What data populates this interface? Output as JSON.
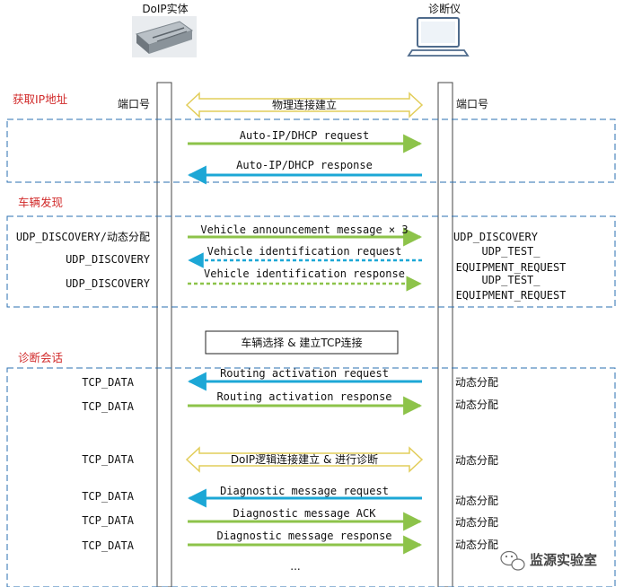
{
  "actors": {
    "left": "DoIP实体",
    "right": "诊断仪"
  },
  "sections": [
    {
      "title": "获取IP地址"
    },
    {
      "title": "车辆发现"
    },
    {
      "title": "诊断会话"
    }
  ],
  "port_labels": {
    "left": "端口号",
    "right": "端口号"
  },
  "messages": [
    {
      "text": "物理连接建立",
      "kind": "bidir",
      "color": "#f2df7a"
    },
    {
      "text": "Auto-IP/DHCP request",
      "kind": "to_right",
      "color": "#8dc34a"
    },
    {
      "text": "Auto-IP/DHCP response",
      "kind": "to_left",
      "color": "#1ca7d6"
    },
    {
      "text": "Vehicle announcement message × 3",
      "kind": "to_right",
      "color": "#8dc34a"
    },
    {
      "text": "Vehicle identification request",
      "kind": "to_left_dashed",
      "color": "#1ca7d6"
    },
    {
      "text": "Vehicle identification response",
      "kind": "to_right_dashed",
      "color": "#8dc34a"
    },
    {
      "text": "车辆选择 & 建立TCP连接",
      "kind": "box"
    },
    {
      "text": "Routing activation request",
      "kind": "to_left",
      "color": "#1ca7d6"
    },
    {
      "text": "Routing activation response",
      "kind": "to_right",
      "color": "#8dc34a"
    },
    {
      "text": "DoIP逻辑连接建立 & 进行诊断",
      "kind": "bidir",
      "color": "#f2df7a"
    },
    {
      "text": "Diagnostic message request",
      "kind": "to_left",
      "color": "#1ca7d6"
    },
    {
      "text": "Diagnostic message ACK",
      "kind": "to_right",
      "color": "#8dc34a"
    },
    {
      "text": "Diagnostic message response",
      "kind": "to_right",
      "color": "#8dc34a"
    }
  ],
  "ellipsis": "...",
  "left_ports": [
    "UDP_DISCOVERY/动态分配",
    "UDP_DISCOVERY",
    "UDP_DISCOVERY",
    "TCP_DATA",
    "TCP_DATA",
    "TCP_DATA",
    "TCP_DATA",
    "TCP_DATA",
    "TCP_DATA"
  ],
  "right_ports": [
    "UDP_DISCOVERY",
    "UDP_TEST_",
    "EQUIPMENT_REQUEST",
    "UDP_TEST_",
    "EQUIPMENT_REQUEST",
    "动态分配",
    "动态分配",
    "动态分配",
    "动态分配",
    "动态分配",
    "动态分配"
  ],
  "watermark": "监源实验室"
}
